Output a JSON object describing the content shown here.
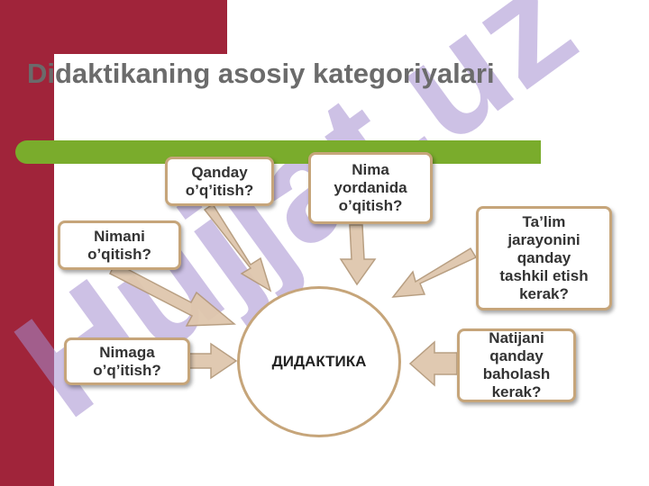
{
  "title": "Didaktikaning asosiy kategoriyalari",
  "center": "ДИДАКТИКА",
  "boxes": {
    "nimani": "Nimani\no’qitish?",
    "qanday": "Qanday\no’q’itish?",
    "nima_yordamida": "Nima\nyordanida\no’qitish?",
    "talim": "Ta’lim\njarayonini\nqanday\ntashkil etish\nkerak?",
    "nimaga": "Nimaga\no’q’itish?",
    "natijani": "Natijani\nqanday\nbaholash\nkerak?"
  },
  "colors": {
    "accent_red": "#a0243a",
    "accent_green": "#7aac2c",
    "box_border": "#c6a57a",
    "title_text": "#6b6b6b"
  }
}
